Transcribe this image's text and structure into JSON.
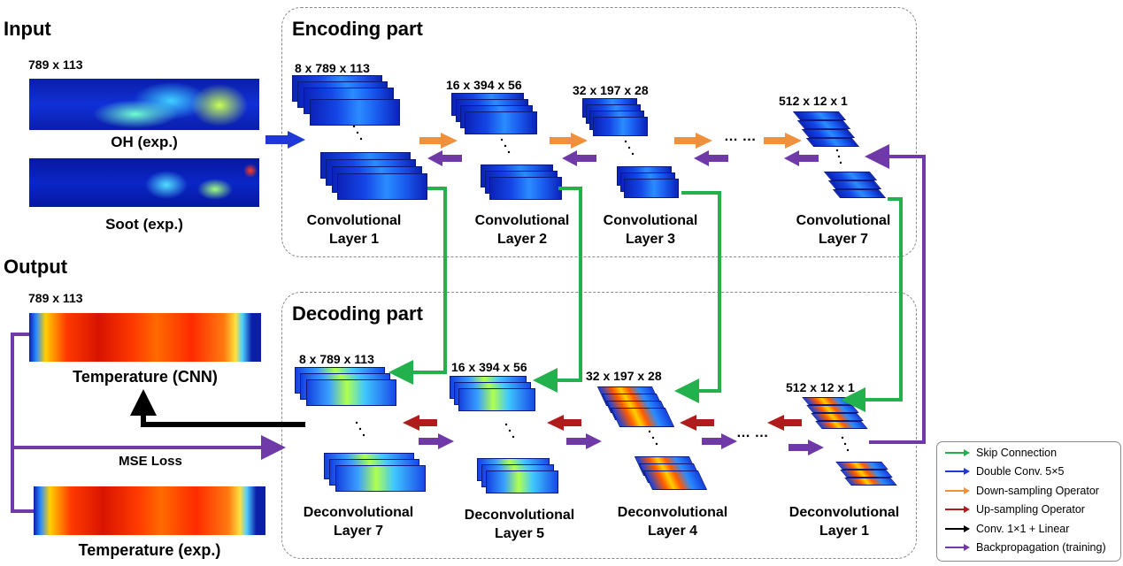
{
  "sections": {
    "input": "Input",
    "output": "Output",
    "encoding": "Encoding part",
    "decoding": "Decoding part"
  },
  "input": {
    "dims": "789 x 113",
    "oh_label": "OH (exp.)",
    "soot_label": "Soot (exp.)"
  },
  "output": {
    "dims": "789 x 113",
    "temp_cnn": "Temperature (CNN)",
    "temp_exp": "Temperature (exp.)",
    "mse": "MSE Loss"
  },
  "encoder": [
    {
      "dims": "8 x 789 x 113",
      "l1": "Convolutional",
      "l2": "Layer 1"
    },
    {
      "dims": "16 x 394 x 56",
      "l1": "Convolutional",
      "l2": "Layer 2"
    },
    {
      "dims": "32 x 197 x 28",
      "l1": "Convolutional",
      "l2": "Layer 3"
    },
    {
      "dims": "512 x 12 x 1",
      "l1": "Convolutional",
      "l2": "Layer 7"
    }
  ],
  "decoder": [
    {
      "dims": "8 x 789 x 113",
      "l1": "Deconvolutional",
      "l2": "Layer 7"
    },
    {
      "dims": "16 x 394 x 56",
      "l1": "Deconvolutional",
      "l2": "Layer 5"
    },
    {
      "dims": "32 x 197 x 28",
      "l1": "Deconvolutional",
      "l2": "Layer 4"
    },
    {
      "dims": "512 x 12 x 1",
      "l1": "Deconvolutional",
      "l2": "Layer 1"
    }
  ],
  "ellipsis": "… …",
  "legend": [
    {
      "label": "Skip Connection",
      "color": "#22b14c"
    },
    {
      "label": "Double Conv. 5×5",
      "color": "#2038d8"
    },
    {
      "label": "Down-sampling Operator",
      "color": "#f0903a"
    },
    {
      "label": "Up-sampling Operator",
      "color": "#b01c1c"
    },
    {
      "label": "Conv. 1×1 + Linear",
      "color": "#000000"
    },
    {
      "label": "Backpropagation (training)",
      "color": "#6f3aa8"
    }
  ],
  "colors": {
    "skip": "#22b14c",
    "double_conv": "#2038d8",
    "down": "#f0903a",
    "up": "#b01c1c",
    "linear": "#000000",
    "backprop": "#6f3aa8"
  }
}
